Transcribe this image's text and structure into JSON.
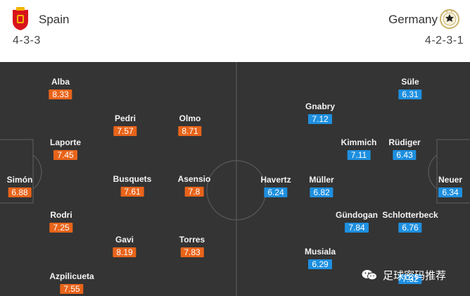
{
  "home": {
    "name": "Spain",
    "formation": "4-3-3",
    "crest_icon": "spain-crest-icon",
    "rating_color": "#e8641a",
    "players": [
      {
        "name": "Simón",
        "rating": "6.88"
      },
      {
        "name": "Alba",
        "rating": "8.33"
      },
      {
        "name": "Laporte",
        "rating": "7.45"
      },
      {
        "name": "Rodri",
        "rating": "7.25"
      },
      {
        "name": "Azpilicueta",
        "rating": "7.55"
      },
      {
        "name": "Pedri",
        "rating": "7.57"
      },
      {
        "name": "Busquets",
        "rating": "7.61"
      },
      {
        "name": "Gavi",
        "rating": "8.19"
      },
      {
        "name": "Olmo",
        "rating": "8.71"
      },
      {
        "name": "Asensio",
        "rating": "7.8"
      },
      {
        "name": "Torres",
        "rating": "7.83"
      }
    ]
  },
  "away": {
    "name": "Germany",
    "formation": "4-2-3-1",
    "crest_icon": "germany-crest-icon",
    "rating_color": "#1e8fdf",
    "players": [
      {
        "name": "Neuer",
        "rating": "6.34"
      },
      {
        "name": "Süle",
        "rating": "6.31"
      },
      {
        "name": "Rüdiger",
        "rating": "6.43"
      },
      {
        "name": "Schlotterbeck",
        "rating": "6.76"
      },
      {
        "name": "Kimmich",
        "rating": "7.11"
      },
      {
        "name": "Gündogan",
        "rating": "7.84"
      },
      {
        "name": "Gnabry",
        "rating": "7.12"
      },
      {
        "name": "Müller",
        "rating": "6.82"
      },
      {
        "name": "Musiala",
        "rating": "6.29"
      },
      {
        "name": "Havertz",
        "rating": "6.24"
      },
      {
        "name": "",
        "rating": "7.32"
      }
    ]
  },
  "watermark": {
    "text": "足球密码推荐",
    "icon": "wechat-icon"
  }
}
